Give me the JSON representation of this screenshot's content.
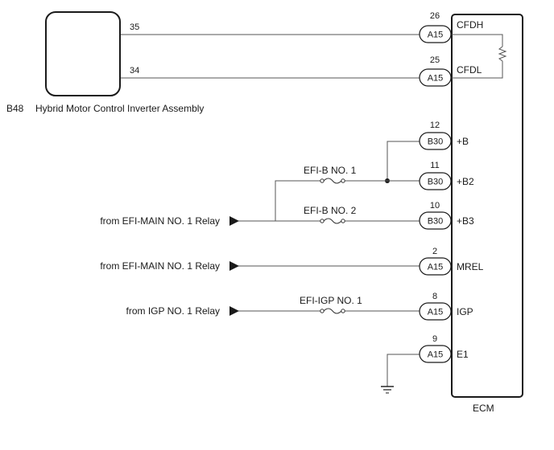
{
  "inverter": {
    "id": "B48",
    "name": "Hybrid Motor Control Inverter Assembly",
    "pin_cfdh": "35",
    "pin_cfdl": "34"
  },
  "ecm": {
    "name": "ECM"
  },
  "terminals": [
    {
      "pin": "26",
      "connector": "A15",
      "signal": "CFDH"
    },
    {
      "pin": "25",
      "connector": "A15",
      "signal": "CFDL"
    },
    {
      "pin": "12",
      "connector": "B30",
      "signal": "+B"
    },
    {
      "pin": "11",
      "connector": "B30",
      "signal": "+B2"
    },
    {
      "pin": "10",
      "connector": "B30",
      "signal": "+B3"
    },
    {
      "pin": "2",
      "connector": "A15",
      "signal": "MREL"
    },
    {
      "pin": "8",
      "connector": "A15",
      "signal": "IGP"
    },
    {
      "pin": "9",
      "connector": "A15",
      "signal": "E1"
    }
  ],
  "fuses": {
    "efi_b1": "EFI-B NO. 1",
    "efi_b2": "EFI-B NO. 2",
    "efi_igp": "EFI-IGP NO. 1"
  },
  "sources": {
    "main_relay_1": "from EFI-MAIN NO. 1 Relay",
    "main_relay_2": "from EFI-MAIN NO. 1 Relay",
    "igp_relay": "from IGP NO. 1 Relay"
  }
}
